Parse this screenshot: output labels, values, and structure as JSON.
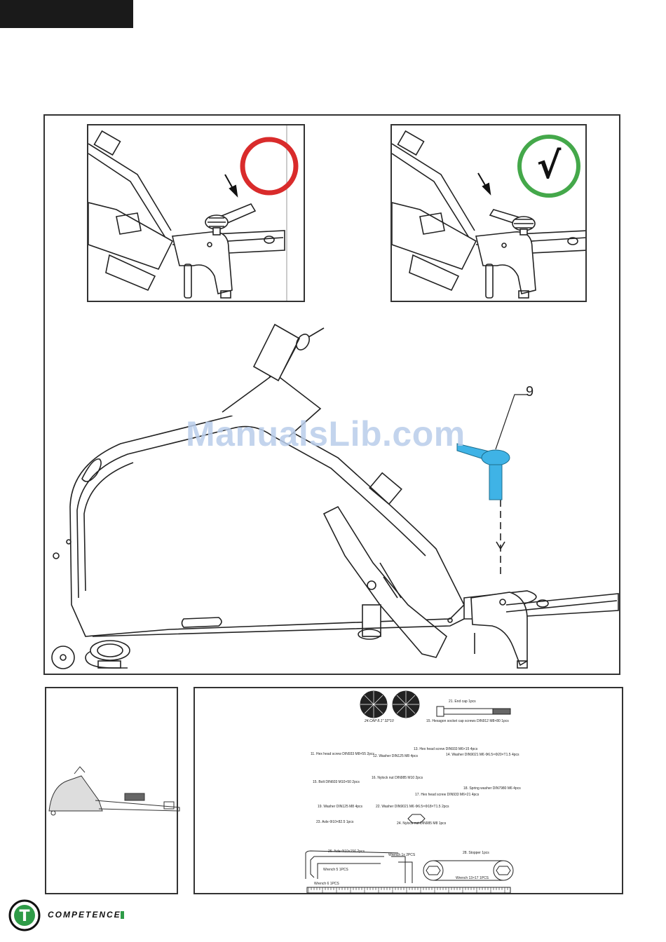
{
  "header": {
    "step_tab": ""
  },
  "main_illustration": {
    "watermark": "ManualsLib.com",
    "callout_number": "9",
    "wrong_panel": {
      "status": "incorrect"
    },
    "correct_panel": {
      "status": "correct",
      "mark": "√"
    }
  },
  "parts_panel": {
    "caps_label": "24.CAP   8.1\"   32*10",
    "parts": [
      "21. End cap 1pcs",
      "15. Hexagon socket cap screws DIN912 M8×80 1pcs",
      "11. Hex head screw DIN933 M8×55 2pcs",
      "12. Washer DIN125 M8 4pcs",
      "13. Hex head screw DIN933 M6×15 4pcs",
      "14. Washer DIN9021 M6 Φ6.5×Φ20×T1.5 4pcs",
      "15. Bolt DIN603 M10×50 2pcs",
      "16. Nylock nut DIN985 M10 2pcs",
      "18. Spring washer DIN7980 M6 4pcs",
      "17. Hex head screw DIN933 M6×21 4pcs",
      "19. Washer DIN125 M8 4pcs",
      "22. Washer DIN9021 M6 Φ6.5×Φ18×T1.5 2pcs",
      "23. Axle Φ10×82.5 1pcs",
      "24. Nylock nut DIN985 M8 1pcs",
      "26. Axle Φ10×156 2pcs",
      "Wrench 1x 2PCS",
      "28. Stopper 1pcs",
      "Wrench 5 1PCS",
      "Wrench 6 1PCS",
      "Wrench 13×17 1PCS"
    ]
  },
  "footer": {
    "brand": "COMPETENCE",
    "logo_letter": "T"
  },
  "colors": {
    "wrong_ring": "#d92b2b",
    "correct_ring": "#44a84a",
    "highlight_part": "#3fb3e6",
    "watermark": "#b9cdea",
    "logo_green": "#2e9b47"
  }
}
